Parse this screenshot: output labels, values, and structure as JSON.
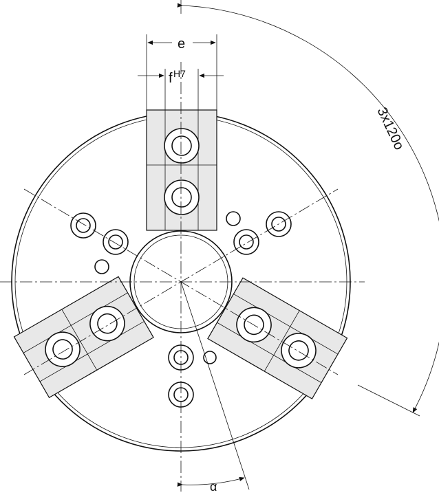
{
  "drawing": {
    "labels": {
      "width_e": "e",
      "slot_f": "f",
      "tolerance": "H7",
      "angular_spacing": "3x120o",
      "angle_alpha": "α"
    },
    "colors": {
      "line": "#111111",
      "background": "#ffffff"
    }
  }
}
